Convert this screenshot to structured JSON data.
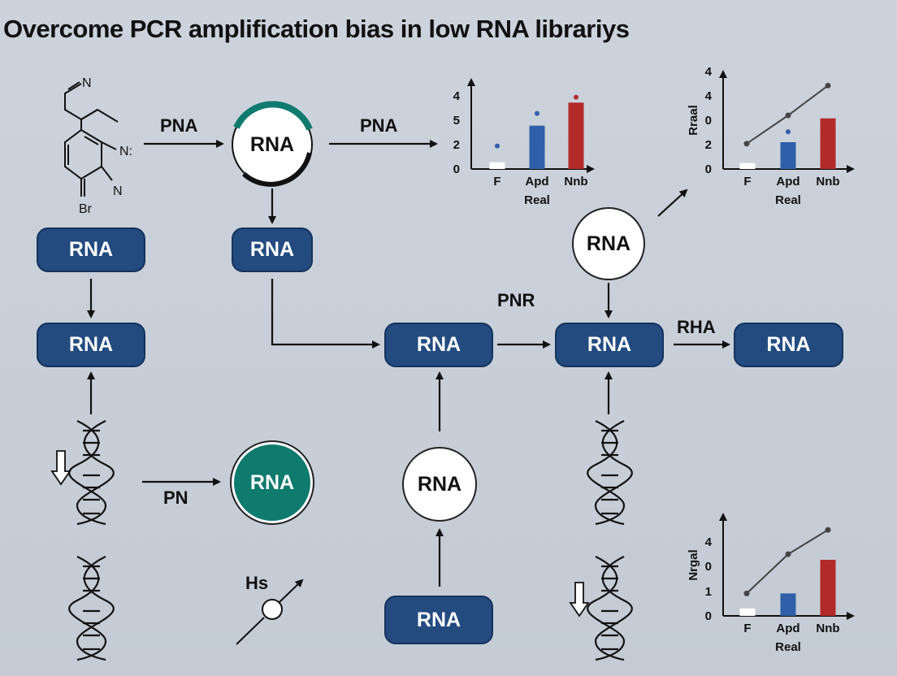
{
  "title": "Overcome PCR amplification bias in low RNA librariys",
  "nodes": {
    "pill_left_1": "RNA",
    "pill_left_2": "RNA",
    "pill_mid_1": "RNA",
    "pill_center": "RNA",
    "pill_right_center": "RNA",
    "pill_far_right": "RNA",
    "pill_bottom": "RNA",
    "ring_top": "RNA",
    "circle_right": "RNA",
    "circle_teal": "RNA",
    "circle_mid": "RNA"
  },
  "labels": {
    "pna_left": "PNA",
    "pna_right": "PNA",
    "pnr": "PNR",
    "rha": "RHA",
    "pn": "PN",
    "hs": "Hs"
  },
  "molecule": {
    "n1": "N",
    "n2": "N:",
    "n3": "N",
    "br": "Br"
  },
  "chart_data": [
    {
      "type": "bar",
      "categories": [
        "F",
        "Apd",
        "Nnb"
      ],
      "values": [
        0.5,
        3.2,
        4.9
      ],
      "dots": [
        1.7,
        4.1,
        5.3
      ],
      "yticks": [
        "0",
        "2",
        "5",
        "4"
      ],
      "xlabel": "Real",
      "ylabel": "",
      "colors": [
        "#ffffff",
        "#2f5fa8",
        "#b22a2a"
      ]
    },
    {
      "type": "bar",
      "categories": [
        "F",
        "Apd",
        "Nnb"
      ],
      "values": [
        0.4,
        1.8,
        3.4
      ],
      "line": [
        1.7,
        3.6,
        5.6
      ],
      "dots": [
        null,
        2.5,
        null
      ],
      "yticks": [
        "0",
        "2",
        "0",
        "4",
        "4"
      ],
      "xlabel": "Real",
      "ylabel": "Rraal",
      "colors": [
        "#ffffff",
        "#2f5fa8",
        "#b22a2a"
      ]
    },
    {
      "type": "bar",
      "categories": [
        "F",
        "Apd",
        "Nnb"
      ],
      "values": [
        0.4,
        1.2,
        3.0
      ],
      "line": [
        1.2,
        3.3,
        4.6
      ],
      "yticks": [
        "0",
        "1",
        "0",
        "4"
      ],
      "xlabel": "Real",
      "ylabel": "Nrgal",
      "colors": [
        "#ffffff",
        "#2f5fa8",
        "#b22a2a"
      ]
    }
  ],
  "colors": {
    "pill": "#234b80",
    "teal": "#0f7a6e",
    "background": "#c9cfd8"
  }
}
